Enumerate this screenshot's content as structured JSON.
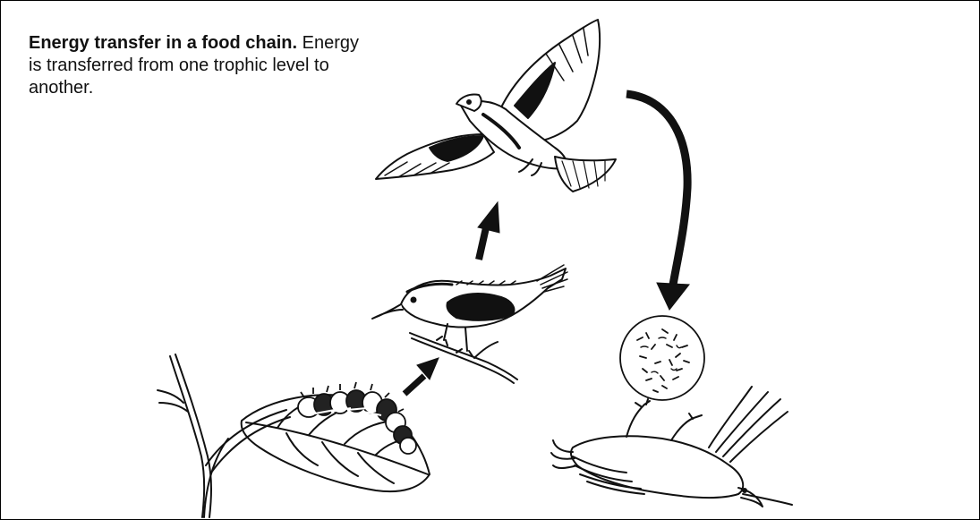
{
  "caption": {
    "title": "Energy transfer in a food chain.",
    "body": "Energy is transferred from one trophic level to another."
  },
  "colors": {
    "ink": "#111111",
    "background": "#ffffff"
  },
  "chain": [
    "leaf",
    "caterpillar",
    "small-bird",
    "hawk",
    "bacteria",
    "dead-bird"
  ],
  "icons": [
    "leaf-icon",
    "caterpillar-icon",
    "small-bird-icon",
    "hawk-icon",
    "bacteria-icon",
    "dead-bird-icon",
    "arrow-icon"
  ]
}
